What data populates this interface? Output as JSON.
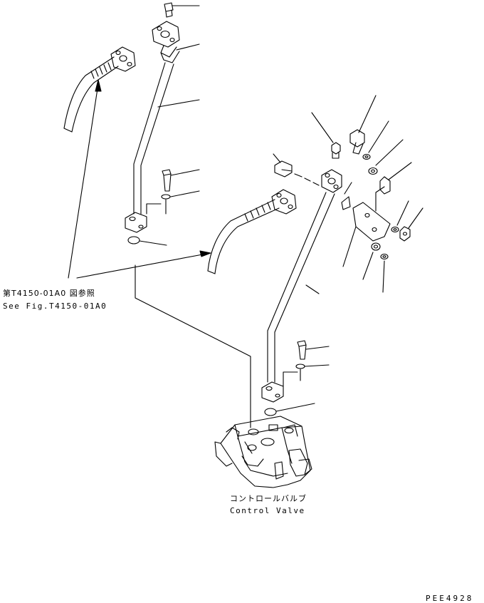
{
  "reference": {
    "jp": "第T4150-01A0 図参照",
    "en": "See Fig.T4150-01A0"
  },
  "component": {
    "jp": "コントロールバルブ",
    "en": "Control Valve"
  },
  "drawing_number": "PEE4928",
  "colors": {
    "ink": "#000000",
    "paper": "#ffffff"
  }
}
